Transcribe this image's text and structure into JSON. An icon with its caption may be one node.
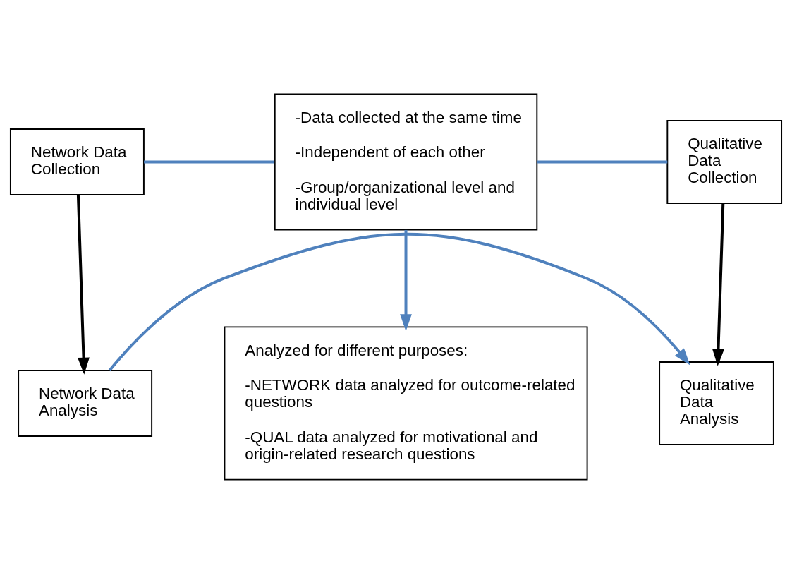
{
  "diagram": {
    "nodes": [
      {
        "text": [
          "Network Data Collection"
        ]
      },
      {
        "text": [
          "-Data collected at the same time",
          "-Independent of each other",
          "-Group/organizational level and individual level"
        ]
      },
      {
        "text": [
          "Qualitative Data Collection"
        ]
      },
      {
        "text": [
          "Analyzed for different purposes:",
          "-NETWORK data analyzed for outcome-related questions",
          "-QUAL data analyzed for motivational and origin-related research questions"
        ]
      },
      {
        "text": [
          "Network Data Analysis"
        ]
      },
      {
        "text": [
          "Qualitative Data Analysis"
        ]
      }
    ],
    "edges": [
      {
        "from": 0,
        "to": 1,
        "arrow": "none"
      },
      {
        "from": 1,
        "to": 2,
        "arrow": "none"
      },
      {
        "from": 1,
        "to": 3,
        "arrow": "to"
      },
      {
        "from": 0,
        "to": 4,
        "arrow": "to",
        "color": "#000000"
      },
      {
        "from": 2,
        "to": 5,
        "arrow": "to",
        "color": "#000000"
      },
      {
        "from": 4,
        "to": 5,
        "arrow": "to"
      }
    ]
  }
}
